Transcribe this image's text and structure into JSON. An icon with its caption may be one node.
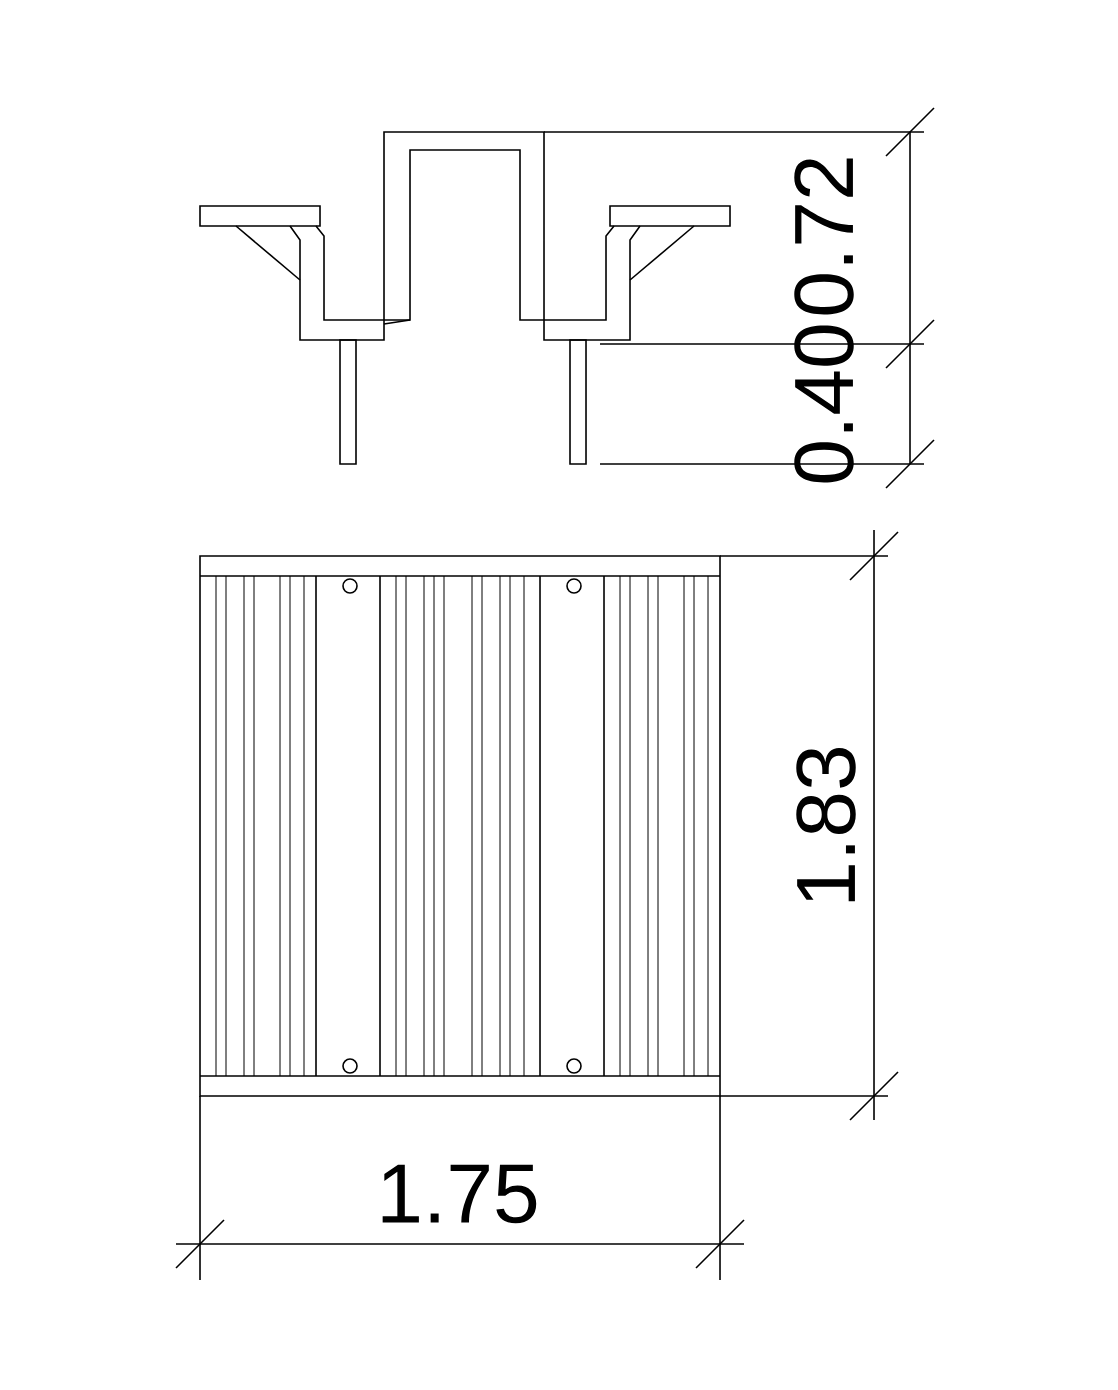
{
  "diagram": {
    "labels": [
      "0.72",
      "0.40",
      "1.83",
      "1.75"
    ]
  }
}
